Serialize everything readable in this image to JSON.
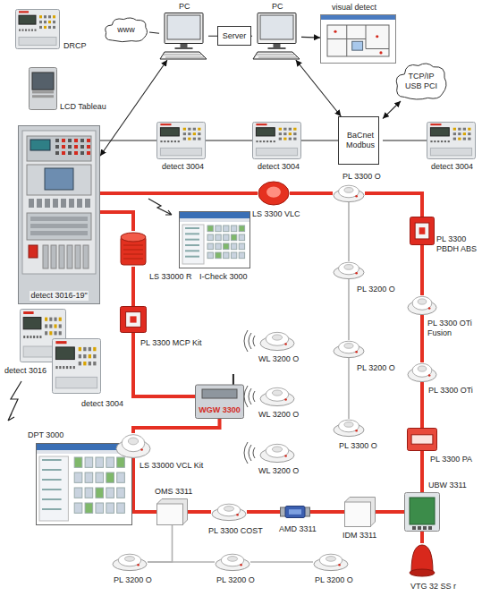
{
  "diagram": {
    "nodes": [
      {
        "text": [
          "DRCP"
        ]
      },
      {
        "text": [
          "LCD Tableau"
        ]
      },
      {
        "text": [
          "detect 3016-19\""
        ]
      },
      {
        "text": [
          "detect 3016"
        ]
      },
      {
        "text": [
          "detect 3004"
        ]
      },
      {
        "text": [
          "DPT 3000"
        ]
      },
      {
        "text": [
          "www"
        ]
      },
      {
        "text": [
          "PC"
        ]
      },
      {
        "text": [
          "Server"
        ]
      },
      {
        "text": [
          "PC"
        ]
      },
      {
        "text": [
          "visual detect"
        ]
      },
      {
        "text": [
          "TCP/IP USB PCI"
        ]
      },
      {
        "text": [
          "BaCnet Modbus"
        ]
      },
      {
        "text": [
          "detect 3004"
        ]
      },
      {
        "text": [
          "detect 3004"
        ]
      },
      {
        "text": [
          "detect 3004"
        ]
      },
      {
        "text": [
          "LS 3300 VLC"
        ]
      },
      {
        "text": [
          "PL 3300 O"
        ]
      },
      {
        "text": [
          "LS 33000 R"
        ]
      },
      {
        "text": [
          "I-Check 3000"
        ]
      },
      {
        "text": [
          "PL 3300 MCP Kit"
        ]
      },
      {
        "text": [
          "PL 3200 O"
        ]
      },
      {
        "text": [
          "PL 3200 O"
        ]
      },
      {
        "text": [
          "PL 3300 O"
        ]
      },
      {
        "text": [
          "PL 3300 PBDH ABS"
        ]
      },
      {
        "text": [
          "PL 3300 OTi Fusion"
        ]
      },
      {
        "text": [
          "PL 3300 OTi"
        ]
      },
      {
        "text": [
          "PL 3300 PA"
        ]
      },
      {
        "text": [
          "WL 3200 O"
        ]
      },
      {
        "text": [
          "WGW 3300"
        ]
      },
      {
        "text": [
          "WL 3200 O"
        ]
      },
      {
        "text": [
          "WL 3200 O"
        ]
      },
      {
        "text": [
          "LS 33000 VCL Kit"
        ]
      },
      {
        "text": [
          "OMS 3311"
        ]
      },
      {
        "text": [
          "PL 3300 COST"
        ]
      },
      {
        "text": [
          "AMD 3311"
        ]
      },
      {
        "text": [
          "IDM 3311"
        ]
      },
      {
        "text": [
          "UBW 3311"
        ]
      },
      {
        "text": [
          "VTG 32 SS r"
        ]
      },
      {
        "text": [
          "PL 3200 O"
        ]
      },
      {
        "text": [
          "PL 3200 O"
        ]
      },
      {
        "text": [
          "PL 3200 O"
        ]
      }
    ],
    "edges": [
      {
        "from": 2,
        "to": 7,
        "arrow": "both"
      },
      {
        "from": 6,
        "to": 7,
        "arrow": "none"
      },
      {
        "from": 7,
        "to": 8,
        "arrow": "none"
      },
      {
        "from": 8,
        "to": 9,
        "arrow": "none"
      },
      {
        "from": 9,
        "to": 10,
        "arrow": "to"
      },
      {
        "from": 9,
        "to": 12,
        "arrow": "both"
      },
      {
        "from": 12,
        "to": 11,
        "arrow": "both"
      },
      {
        "from": 2,
        "to": 13,
        "arrow": "none"
      },
      {
        "from": 13,
        "to": 14,
        "arrow": "none"
      },
      {
        "from": 12,
        "to": 14,
        "arrow": "none"
      },
      {
        "from": 12,
        "to": 15,
        "arrow": "none"
      },
      {
        "from": 2,
        "to": 16,
        "arrow": "none"
      },
      {
        "from": 16,
        "to": 17,
        "arrow": "none"
      },
      {
        "from": 17,
        "to": 24,
        "arrow": "none"
      },
      {
        "from": 24,
        "to": 25,
        "arrow": "none"
      },
      {
        "from": 25,
        "to": 26,
        "arrow": "none"
      },
      {
        "from": 26,
        "to": 27,
        "arrow": "none"
      },
      {
        "from": 27,
        "to": 37,
        "arrow": "none"
      },
      {
        "from": 37,
        "to": 38,
        "arrow": "none"
      },
      {
        "from": 17,
        "to": 21,
        "arrow": "none"
      },
      {
        "from": 21,
        "to": 22,
        "arrow": "none"
      },
      {
        "from": 22,
        "to": 23,
        "arrow": "none"
      },
      {
        "from": 2,
        "to": 18,
        "arrow": "none"
      },
      {
        "from": 18,
        "to": 20,
        "arrow": "none"
      },
      {
        "from": 20,
        "to": 29,
        "arrow": "none"
      },
      {
        "from": 29,
        "to": 32,
        "arrow": "none"
      },
      {
        "from": 32,
        "to": 33,
        "arrow": "none"
      },
      {
        "from": 33,
        "to": 34,
        "arrow": "none"
      },
      {
        "from": 34,
        "to": 35,
        "arrow": "none"
      },
      {
        "from": 35,
        "to": 36,
        "arrow": "none"
      },
      {
        "from": 36,
        "to": 37,
        "arrow": "none"
      },
      {
        "from": 33,
        "to": 39,
        "arrow": "none"
      },
      {
        "from": 39,
        "to": 40,
        "arrow": "none"
      },
      {
        "from": 40,
        "to": 41,
        "arrow": "none"
      }
    ]
  }
}
